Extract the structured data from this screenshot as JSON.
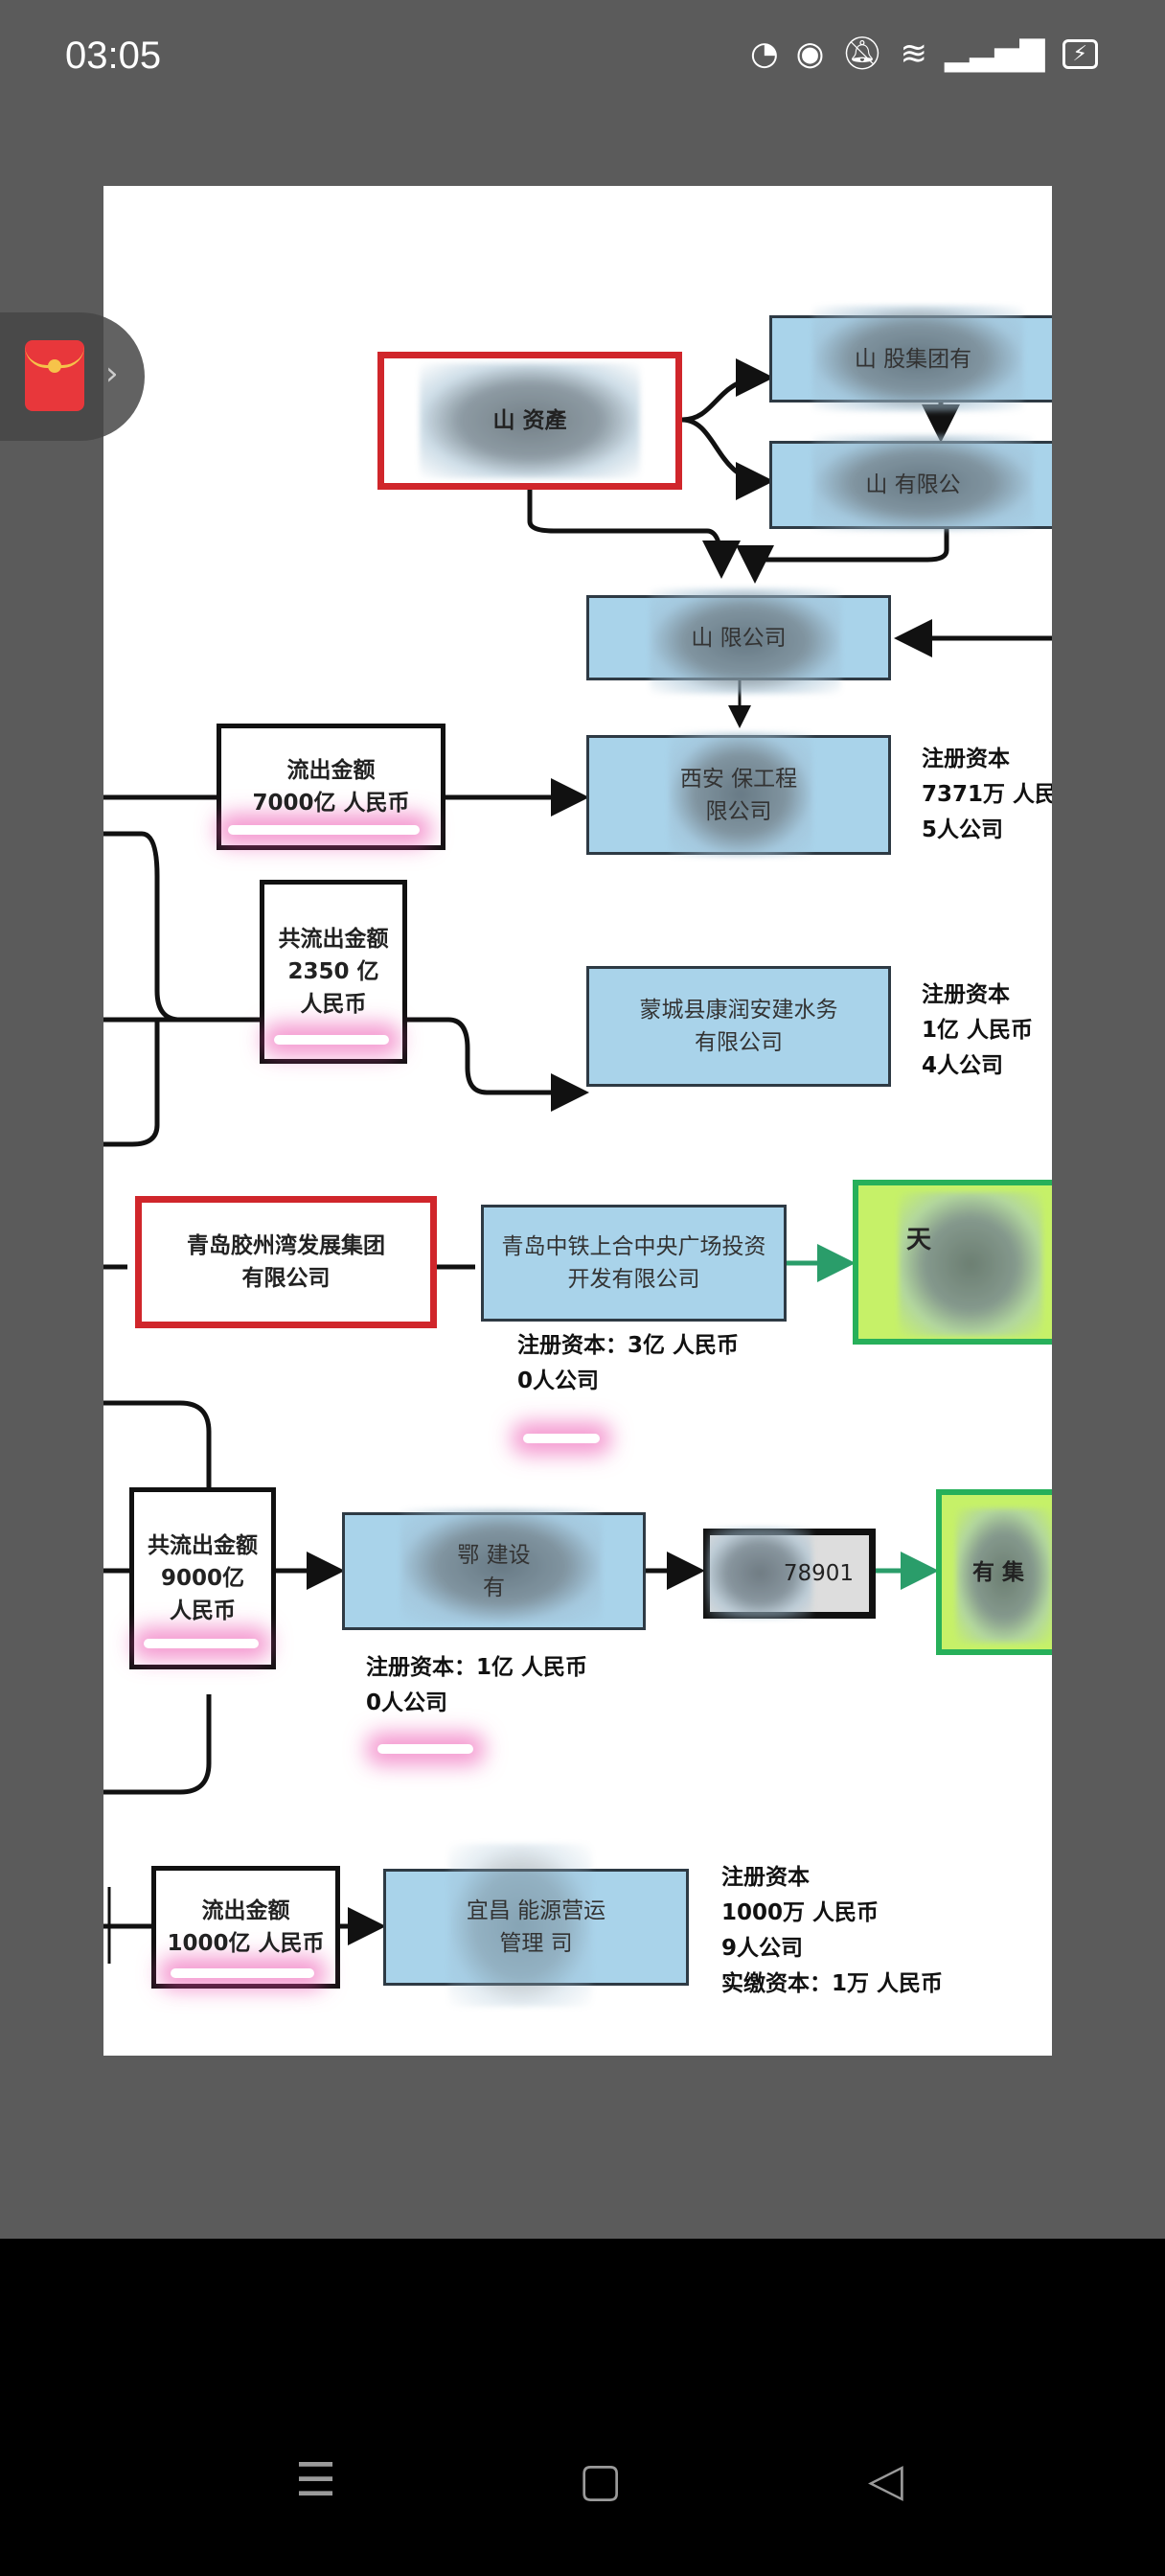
{
  "status": {
    "time": "03:05",
    "icons": [
      "speed-icon",
      "eye-icon",
      "mute-bell-icon",
      "wifi-6-icon",
      "signal-icon",
      "battery-charging-icon"
    ]
  },
  "floating": {
    "icon": "red-packet-icon"
  },
  "diagram": {
    "top_red": "山 资產",
    "top_right_1": "山 股集团有",
    "top_right_2": "山 有限公",
    "middle": "山 限公司",
    "flow1": {
      "title": "流出金额",
      "amount": "7000亿 人民币"
    },
    "xian": {
      "line1": "西安 保工程",
      "line2": "限公司"
    },
    "xian_note": [
      "注册资本",
      "7371万 人民",
      "5人公司"
    ],
    "flow2": {
      "title": "共流出金额",
      "amount": "2350 亿",
      "unit": "人民币"
    },
    "mengcheng": {
      "line1": "蒙城县康润安建水务",
      "line2": "有限公司"
    },
    "mengcheng_note": [
      "注册资本",
      "1亿 人民币",
      "4人公司"
    ],
    "qingdao_red": {
      "line1": "青岛胶州湾发展集团",
      "line2": "有限公司"
    },
    "qingdao_blue": {
      "line1": "青岛中铁上合中央广场投资",
      "line2": "开发有限公司"
    },
    "qingdao_note": [
      "注册资本：3亿 人民币",
      "0人公司"
    ],
    "green1": "天",
    "flow3": {
      "title": "共流出金额",
      "amount": "9000亿",
      "unit": "人民币"
    },
    "e": {
      "line1": "鄂 建设",
      "line2": "有"
    },
    "black_box": "78901",
    "e_note": [
      "注册资本：1亿 人民币",
      "0人公司"
    ],
    "green2": "有 集",
    "flow4": {
      "title": "流出金额",
      "amount": "1000亿 人民币"
    },
    "yichang": {
      "line1": "宜昌 能源营运",
      "line2": "管理 司"
    },
    "yichang_note": [
      "注册资本",
      "1000万 人民币",
      "9人公司",
      "实缴资本：1万 人民币"
    ]
  },
  "nav": {
    "menu": "☰",
    "home": "▢",
    "back": "◁"
  }
}
